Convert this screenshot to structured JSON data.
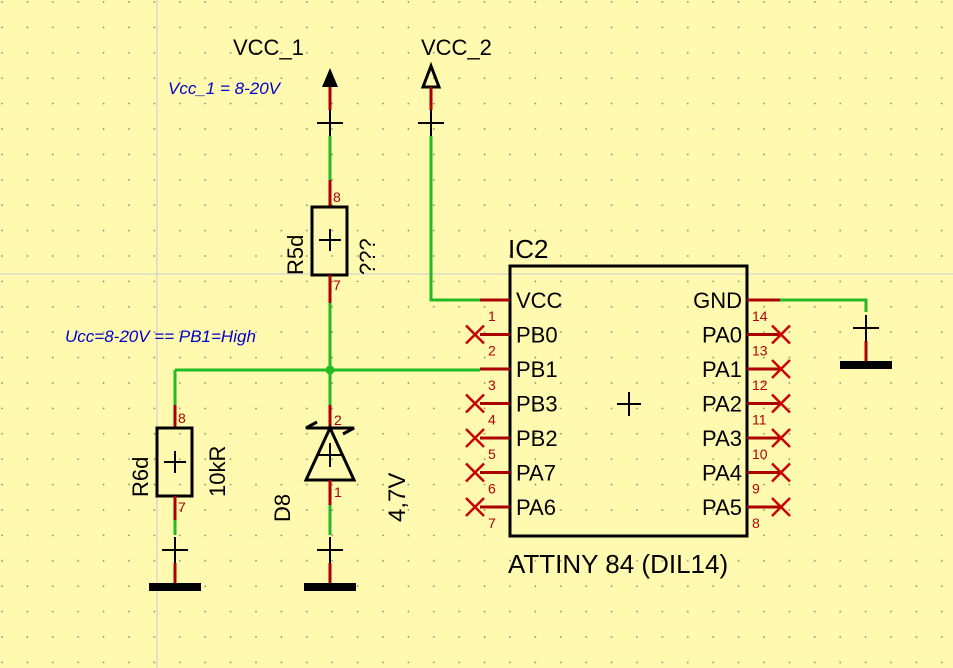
{
  "power": {
    "vcc1": "VCC_1",
    "vcc2": "VCC_2"
  },
  "notes": {
    "vcc1_range": "Vcc_1 = 8-20V",
    "ucc_rule": "Ucc=8-20V == PB1=High"
  },
  "r5": {
    "ref": "R5d",
    "value": "???",
    "pin_top": "8",
    "pin_bottom": "7"
  },
  "r6": {
    "ref": "R6d",
    "value": "10kR",
    "pin_top": "8",
    "pin_bottom": "7"
  },
  "d8": {
    "ref": "D8",
    "value": "4,7V",
    "pin_top": "2",
    "pin_bottom": "1"
  },
  "ic": {
    "ref": "IC2",
    "part": "ATTINY 84 (DIL14)",
    "left_pins": [
      {
        "num": "1",
        "name": "VCC"
      },
      {
        "num": "2",
        "name": "PB0"
      },
      {
        "num": "3",
        "name": "PB1"
      },
      {
        "num": "4",
        "name": "PB3"
      },
      {
        "num": "5",
        "name": "PB2"
      },
      {
        "num": "6",
        "name": "PA7"
      },
      {
        "num": "7",
        "name": "PA6"
      }
    ],
    "right_pins": [
      {
        "num": "14",
        "name": "GND"
      },
      {
        "num": "13",
        "name": "PA0"
      },
      {
        "num": "12",
        "name": "PA1"
      },
      {
        "num": "11",
        "name": "PA2"
      },
      {
        "num": "10",
        "name": "PA3"
      },
      {
        "num": "9",
        "name": "PA4"
      },
      {
        "num": "8",
        "name": "PA5"
      }
    ]
  },
  "colors": {
    "background": "#FFFAB0",
    "wire": "#22BB22",
    "pin": "#AA0000",
    "note": "#0000CC"
  }
}
